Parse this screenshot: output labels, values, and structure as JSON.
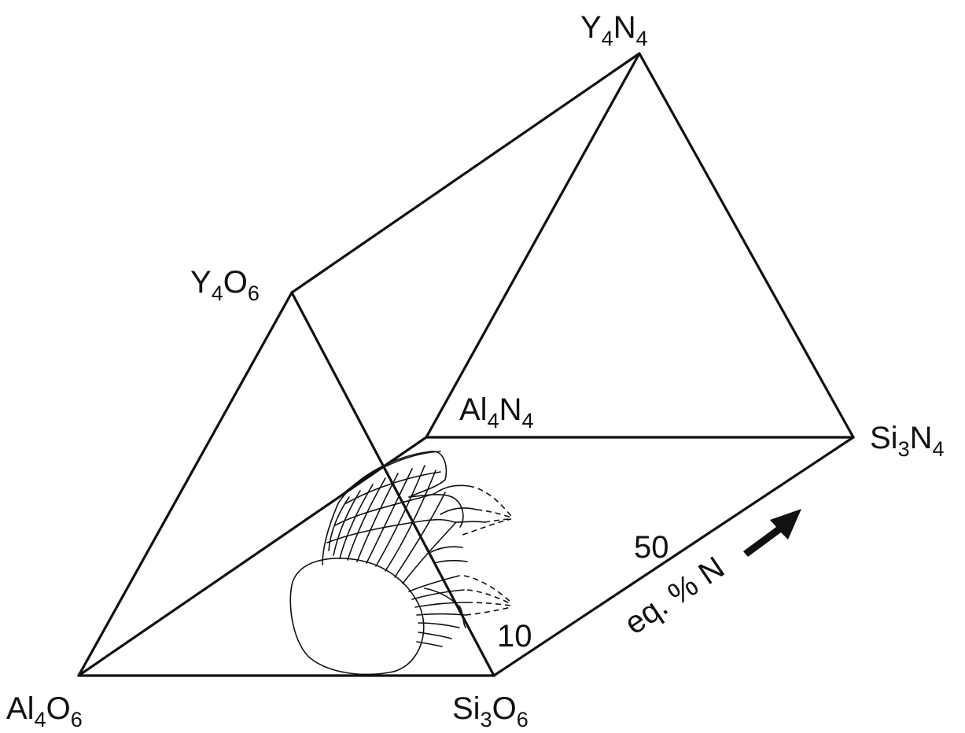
{
  "vertices": {
    "y4n4": {
      "base": "Y",
      "n1": "4",
      "el": "N",
      "n2": "4"
    },
    "y4o6": {
      "base": "Y",
      "n1": "4",
      "el": "O",
      "n2": "6"
    },
    "al4n4": {
      "base": "Al",
      "n1": "4",
      "el": "N",
      "n2": "4"
    },
    "si3n4": {
      "base": "Si",
      "n1": "3",
      "el": "N",
      "n2": "4"
    },
    "al4o6": {
      "base": "Al",
      "n1": "4",
      "el": "O",
      "n2": "6"
    },
    "si3o6": {
      "base": "Si",
      "n1": "3",
      "el": "O",
      "n2": "6"
    }
  },
  "axis": {
    "label": "eq. % N",
    "tick_10": "10",
    "tick_50": "50"
  },
  "icons": {
    "arrow": "arrow-up-right-icon"
  },
  "colors": {
    "line": "#111111",
    "background": "#ffffff"
  }
}
